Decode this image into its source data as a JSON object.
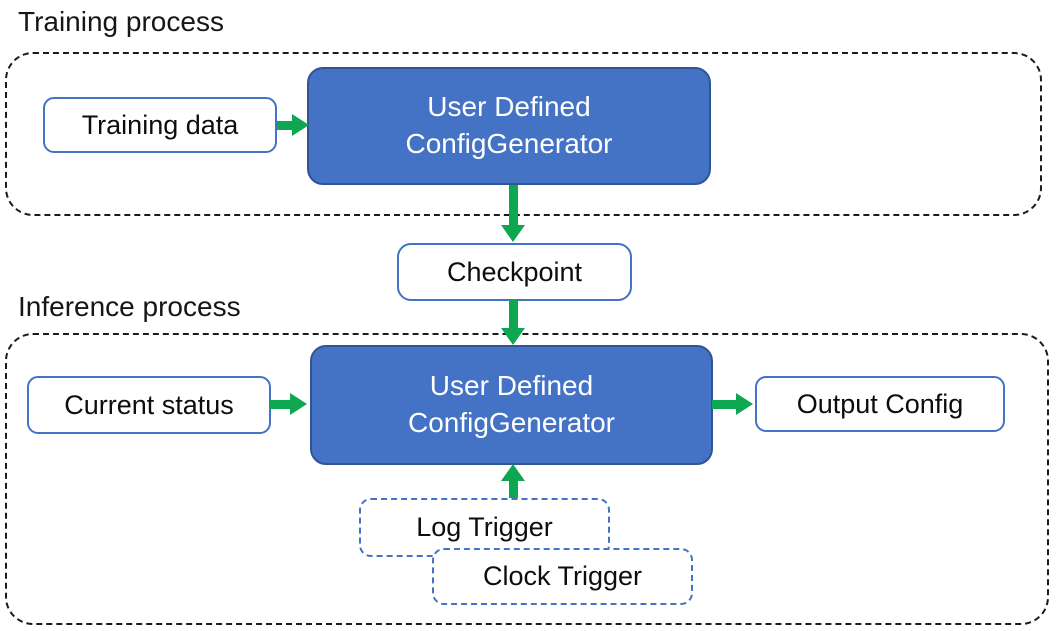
{
  "training_section": {
    "label": "Training process",
    "training_data": "Training data",
    "generator": {
      "line1": "User Defined",
      "line2": "ConfigGenerator"
    }
  },
  "checkpoint": {
    "label": "Checkpoint"
  },
  "inference_section": {
    "label": "Inference process",
    "current_status": "Current status",
    "generator": {
      "line1": "User Defined",
      "line2": "ConfigGenerator"
    },
    "output_config": "Output Config",
    "log_trigger": "Log Trigger",
    "clock_trigger": "Clock Trigger"
  },
  "colors": {
    "node_fill": "#4472C4",
    "node_border": "#2F5597",
    "box_border": "#4472C4",
    "arrow_green": "#0CA750"
  }
}
